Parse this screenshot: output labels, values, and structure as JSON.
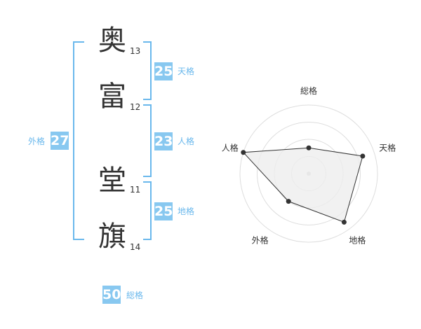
{
  "name": {
    "chars": [
      {
        "char": "奥",
        "strokes": "13"
      },
      {
        "char": "富",
        "strokes": "12"
      },
      {
        "char": "堂",
        "strokes": "11"
      },
      {
        "char": "旗",
        "strokes": "14"
      }
    ]
  },
  "kaku": {
    "tenkaku": {
      "value": "25",
      "label": "天格"
    },
    "jinkaku": {
      "value": "23",
      "label": "人格"
    },
    "chikaku": {
      "value": "25",
      "label": "地格"
    },
    "gaikaku": {
      "value": "27",
      "label": "外格"
    },
    "soukaku": {
      "value": "50",
      "label": "総格"
    }
  },
  "chart_data": {
    "type": "radar",
    "categories": [
      "総格",
      "天格",
      "地格",
      "外格",
      "人格"
    ],
    "values": [
      1.5,
      3.3,
      3.5,
      2.0,
      4.0
    ],
    "max": 4,
    "rings": 4
  },
  "colors": {
    "accent": "#88c8f0",
    "bracket": "#6ab8ec",
    "radar_fill": "#eeeeee",
    "radar_stroke": "#333333"
  }
}
